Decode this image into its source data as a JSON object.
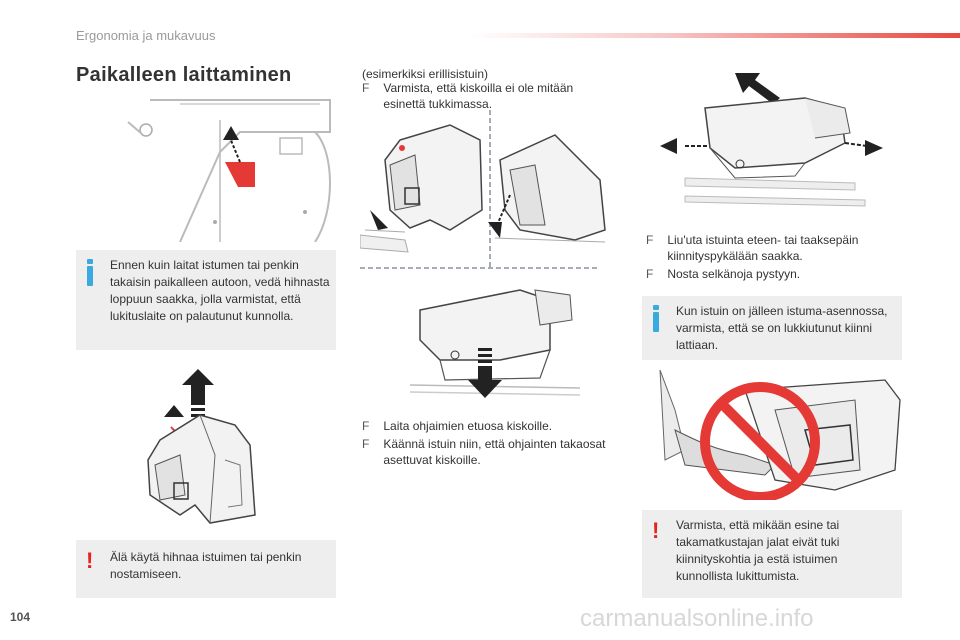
{
  "header": {
    "title": "Ergonomia ja mukavuus"
  },
  "section": {
    "title": "Paikalleen laittaminen"
  },
  "info1": {
    "text": "Ennen kuin laitat istumen tai penkin takaisin paikalleen autoon, vedä hihnasta loppuun saakka, jolla varmistat, että lukituslaite on palautunut kunnolla."
  },
  "warning1": {
    "text": "Älä käytä hihnaa istuimen tai penkin nostamiseen."
  },
  "middle_top": {
    "example": "(esimerkiksi erillisistuin)",
    "bullet": "Varmista, että kiskoilla ei ole mitään esinettä tukkimassa."
  },
  "middle_bottom": {
    "bullets": [
      "Laita ohjaimien etuosa kiskoille.",
      "Käännä istuin niin, että ohjainten takaosat asettuvat kiskoille."
    ]
  },
  "right_top": {
    "bullets": [
      "Liu'uta istuinta eteen- tai taaksepäin kiinnityspykälään saakka.",
      "Nosta selkänoja pystyyn."
    ]
  },
  "info2": {
    "text": "Kun istuin on jälleen istuma-asennossa, varmista, että se on lukkiutunut kiinni lattiaan."
  },
  "warning2": {
    "text": "Varmista, että mikään esine tai takamatkustajan jalat eivät tuki kiinnityskohtia ja estä istuimen kunnollista lukittumista."
  },
  "footer": {
    "page_number": "104",
    "watermark": "carmanualsonline.info"
  },
  "icons": {
    "bullet": "F",
    "warning": "!"
  },
  "colors": {
    "info": "#3aa9e0",
    "warning": "#e4241b",
    "accent_red": "#e8483f",
    "box": "#eeeeee"
  }
}
